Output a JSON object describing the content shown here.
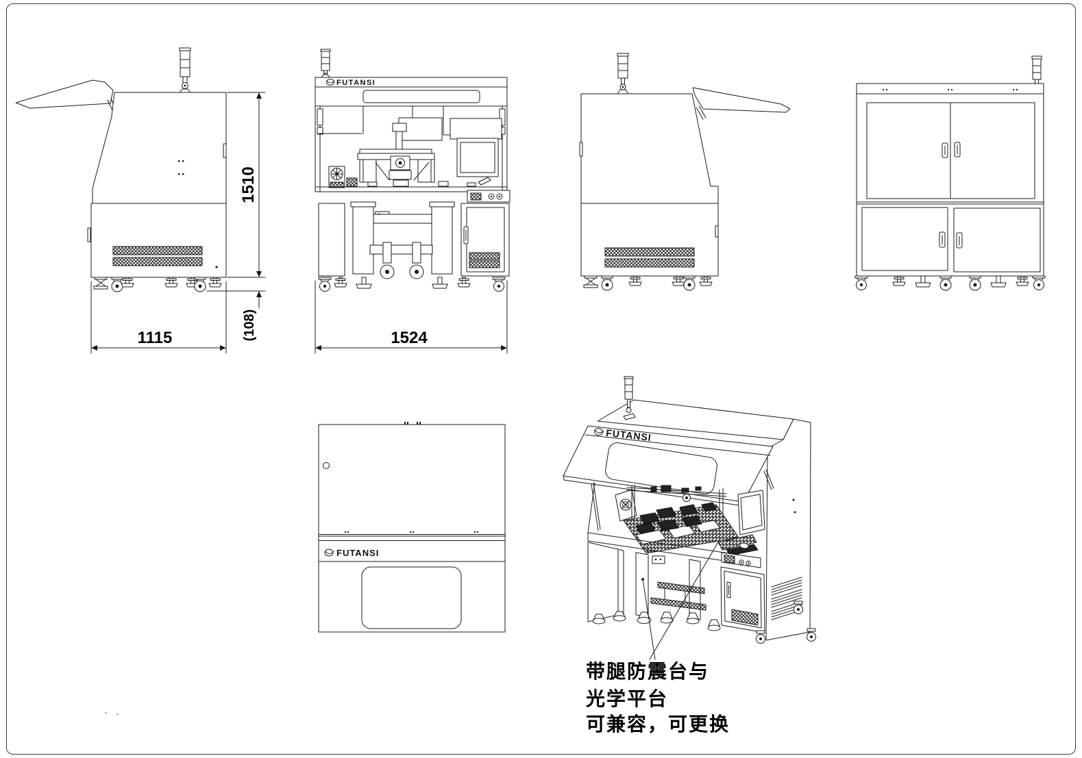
{
  "page": {
    "background": "#ffffff",
    "line_color": "#1a1a1a"
  },
  "brand": {
    "name": "FUTANSI"
  },
  "views": {
    "side_left": {
      "label": "left-side-view",
      "dim_height": "1510",
      "dim_width": "1115",
      "dim_caster_height": "(108)"
    },
    "front": {
      "label": "front-view",
      "dim_width": "1524"
    },
    "side_right": {
      "label": "right-side-view"
    },
    "rear": {
      "label": "rear-view"
    },
    "top": {
      "label": "top-view"
    },
    "isometric": {
      "label": "isometric-view"
    }
  },
  "annotation": {
    "line1": "带腿防震台与",
    "line2": "光学平台",
    "line3": "可兼容，可更换"
  }
}
